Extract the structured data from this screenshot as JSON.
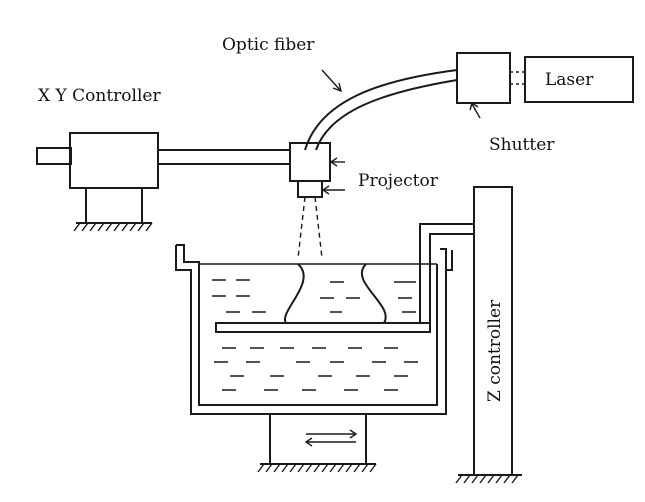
{
  "labels": {
    "optic_fiber": "Optic fiber",
    "xy_controller": "X Y Controller",
    "laser": "Laser",
    "shutter": "Shutter",
    "projector": "Projector",
    "z_controller": "Z controller"
  },
  "colors": {
    "ink": "#1a1a1a",
    "paper": "#ffffff"
  }
}
